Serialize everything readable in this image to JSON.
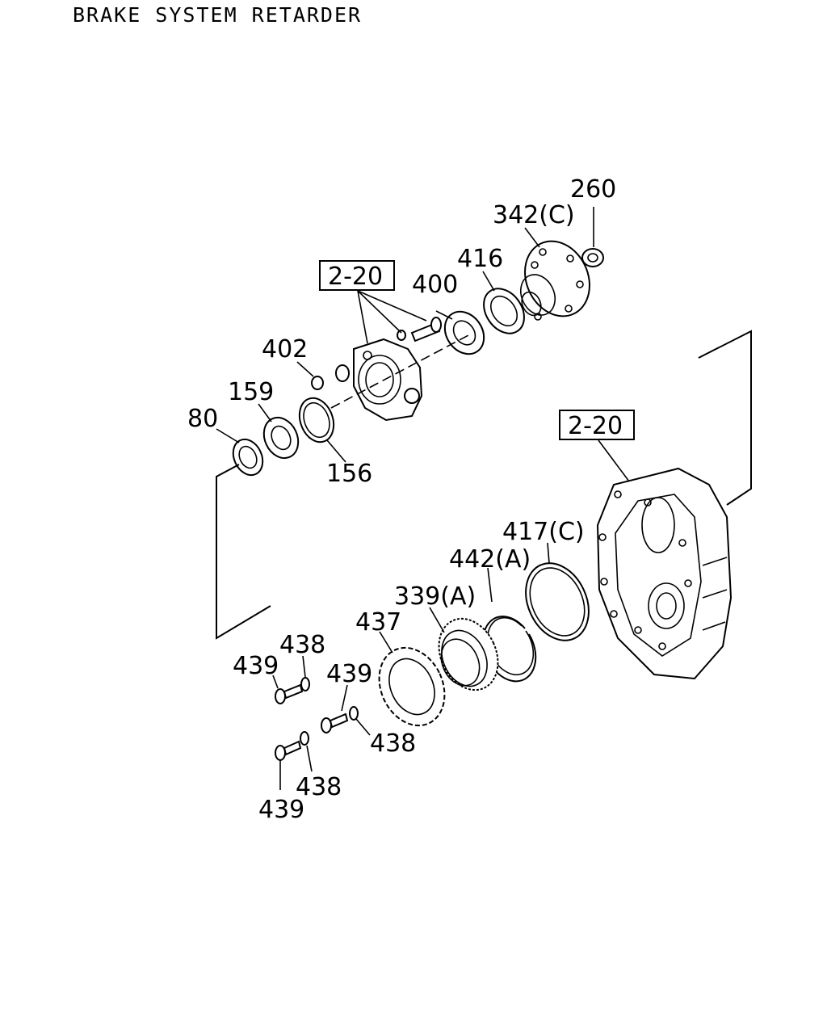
{
  "title": "BRAKE SYSTEM RETARDER",
  "refs": {
    "upper": "2-20",
    "lower": "2-20"
  },
  "labels": {
    "p260": "260",
    "p342c": "342(C)",
    "p416": "416",
    "p400": "400",
    "p402": "402",
    "p159": "159",
    "p80": "80",
    "p156": "156",
    "p417c": "417(C)",
    "p442a": "442(A)",
    "p339a": "339(A)",
    "p437": "437",
    "p438a": "438",
    "p439a": "439",
    "p439b": "439",
    "p438b": "438",
    "p438c": "438",
    "p439c": "439"
  }
}
